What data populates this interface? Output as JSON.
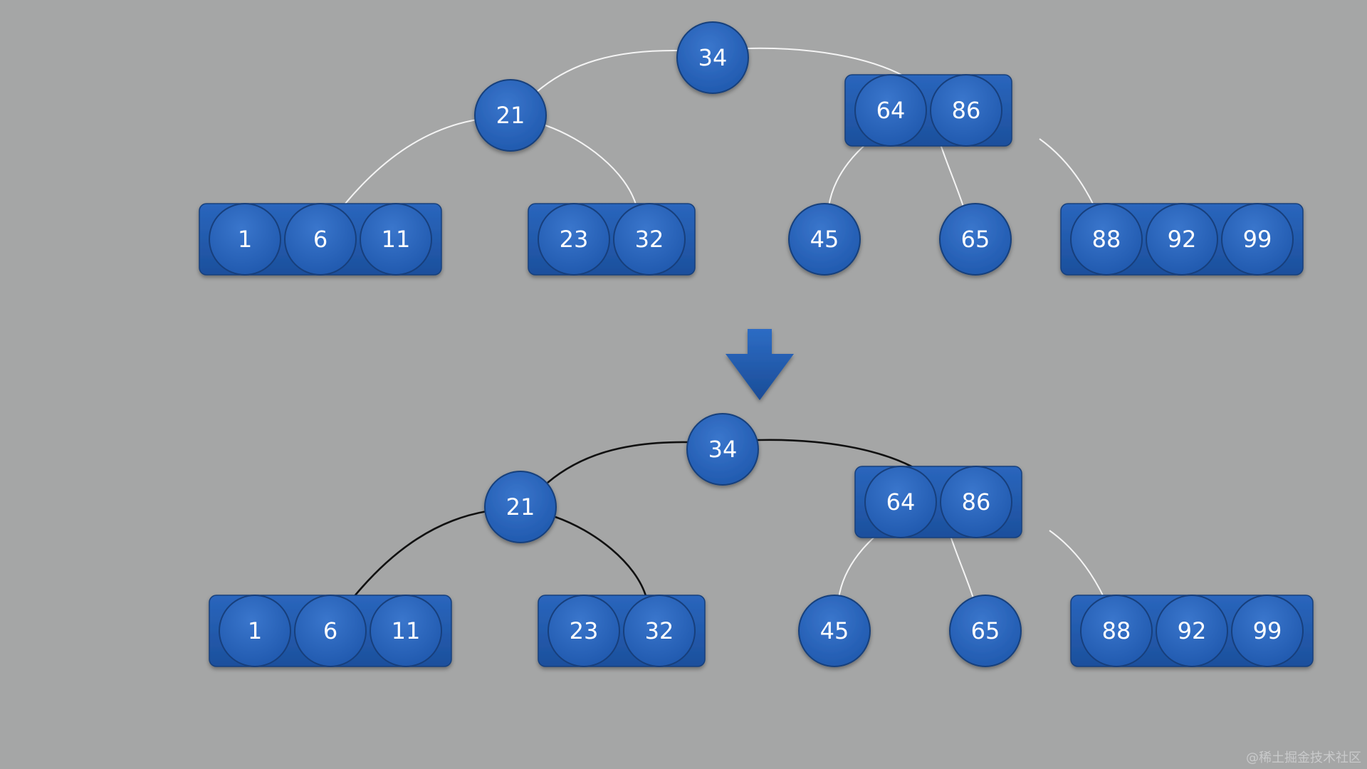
{
  "colors": {
    "background": "#a5a6a6",
    "node_fill": "#1f58ad",
    "node_fill_light": "#3a76cc",
    "node_stroke": "#173f7c",
    "edge_before": "#f4f4f4",
    "edge_highlight": "#111111",
    "text": "#ffffff"
  },
  "trees": {
    "before": {
      "root": {
        "keys": [
          "34"
        ]
      },
      "level1": [
        {
          "keys": [
            "21"
          ]
        },
        {
          "keys": [
            "64",
            "86"
          ]
        }
      ],
      "leaves": [
        {
          "keys": [
            "1",
            "6",
            "11"
          ]
        },
        {
          "keys": [
            "23",
            "32"
          ]
        },
        {
          "keys": [
            "45"
          ]
        },
        {
          "keys": [
            "65"
          ]
        },
        {
          "keys": [
            "88",
            "92",
            "99"
          ]
        }
      ],
      "highlighted_edges": []
    },
    "after": {
      "root": {
        "keys": [
          "34"
        ]
      },
      "level1": [
        {
          "keys": [
            "21"
          ]
        },
        {
          "keys": [
            "64",
            "86"
          ]
        }
      ],
      "leaves": [
        {
          "keys": [
            "1",
            "6",
            "11"
          ]
        },
        {
          "keys": [
            "23",
            "32"
          ]
        },
        {
          "keys": [
            "45"
          ]
        },
        {
          "keys": [
            "65"
          ]
        },
        {
          "keys": [
            "88",
            "92",
            "99"
          ]
        }
      ],
      "highlighted_edges": [
        "root-left",
        "root-right",
        "left-leaf0",
        "left-leaf1"
      ]
    }
  },
  "transition_icon": "arrow-down-icon",
  "watermark": "@稀土掘金技术社区"
}
